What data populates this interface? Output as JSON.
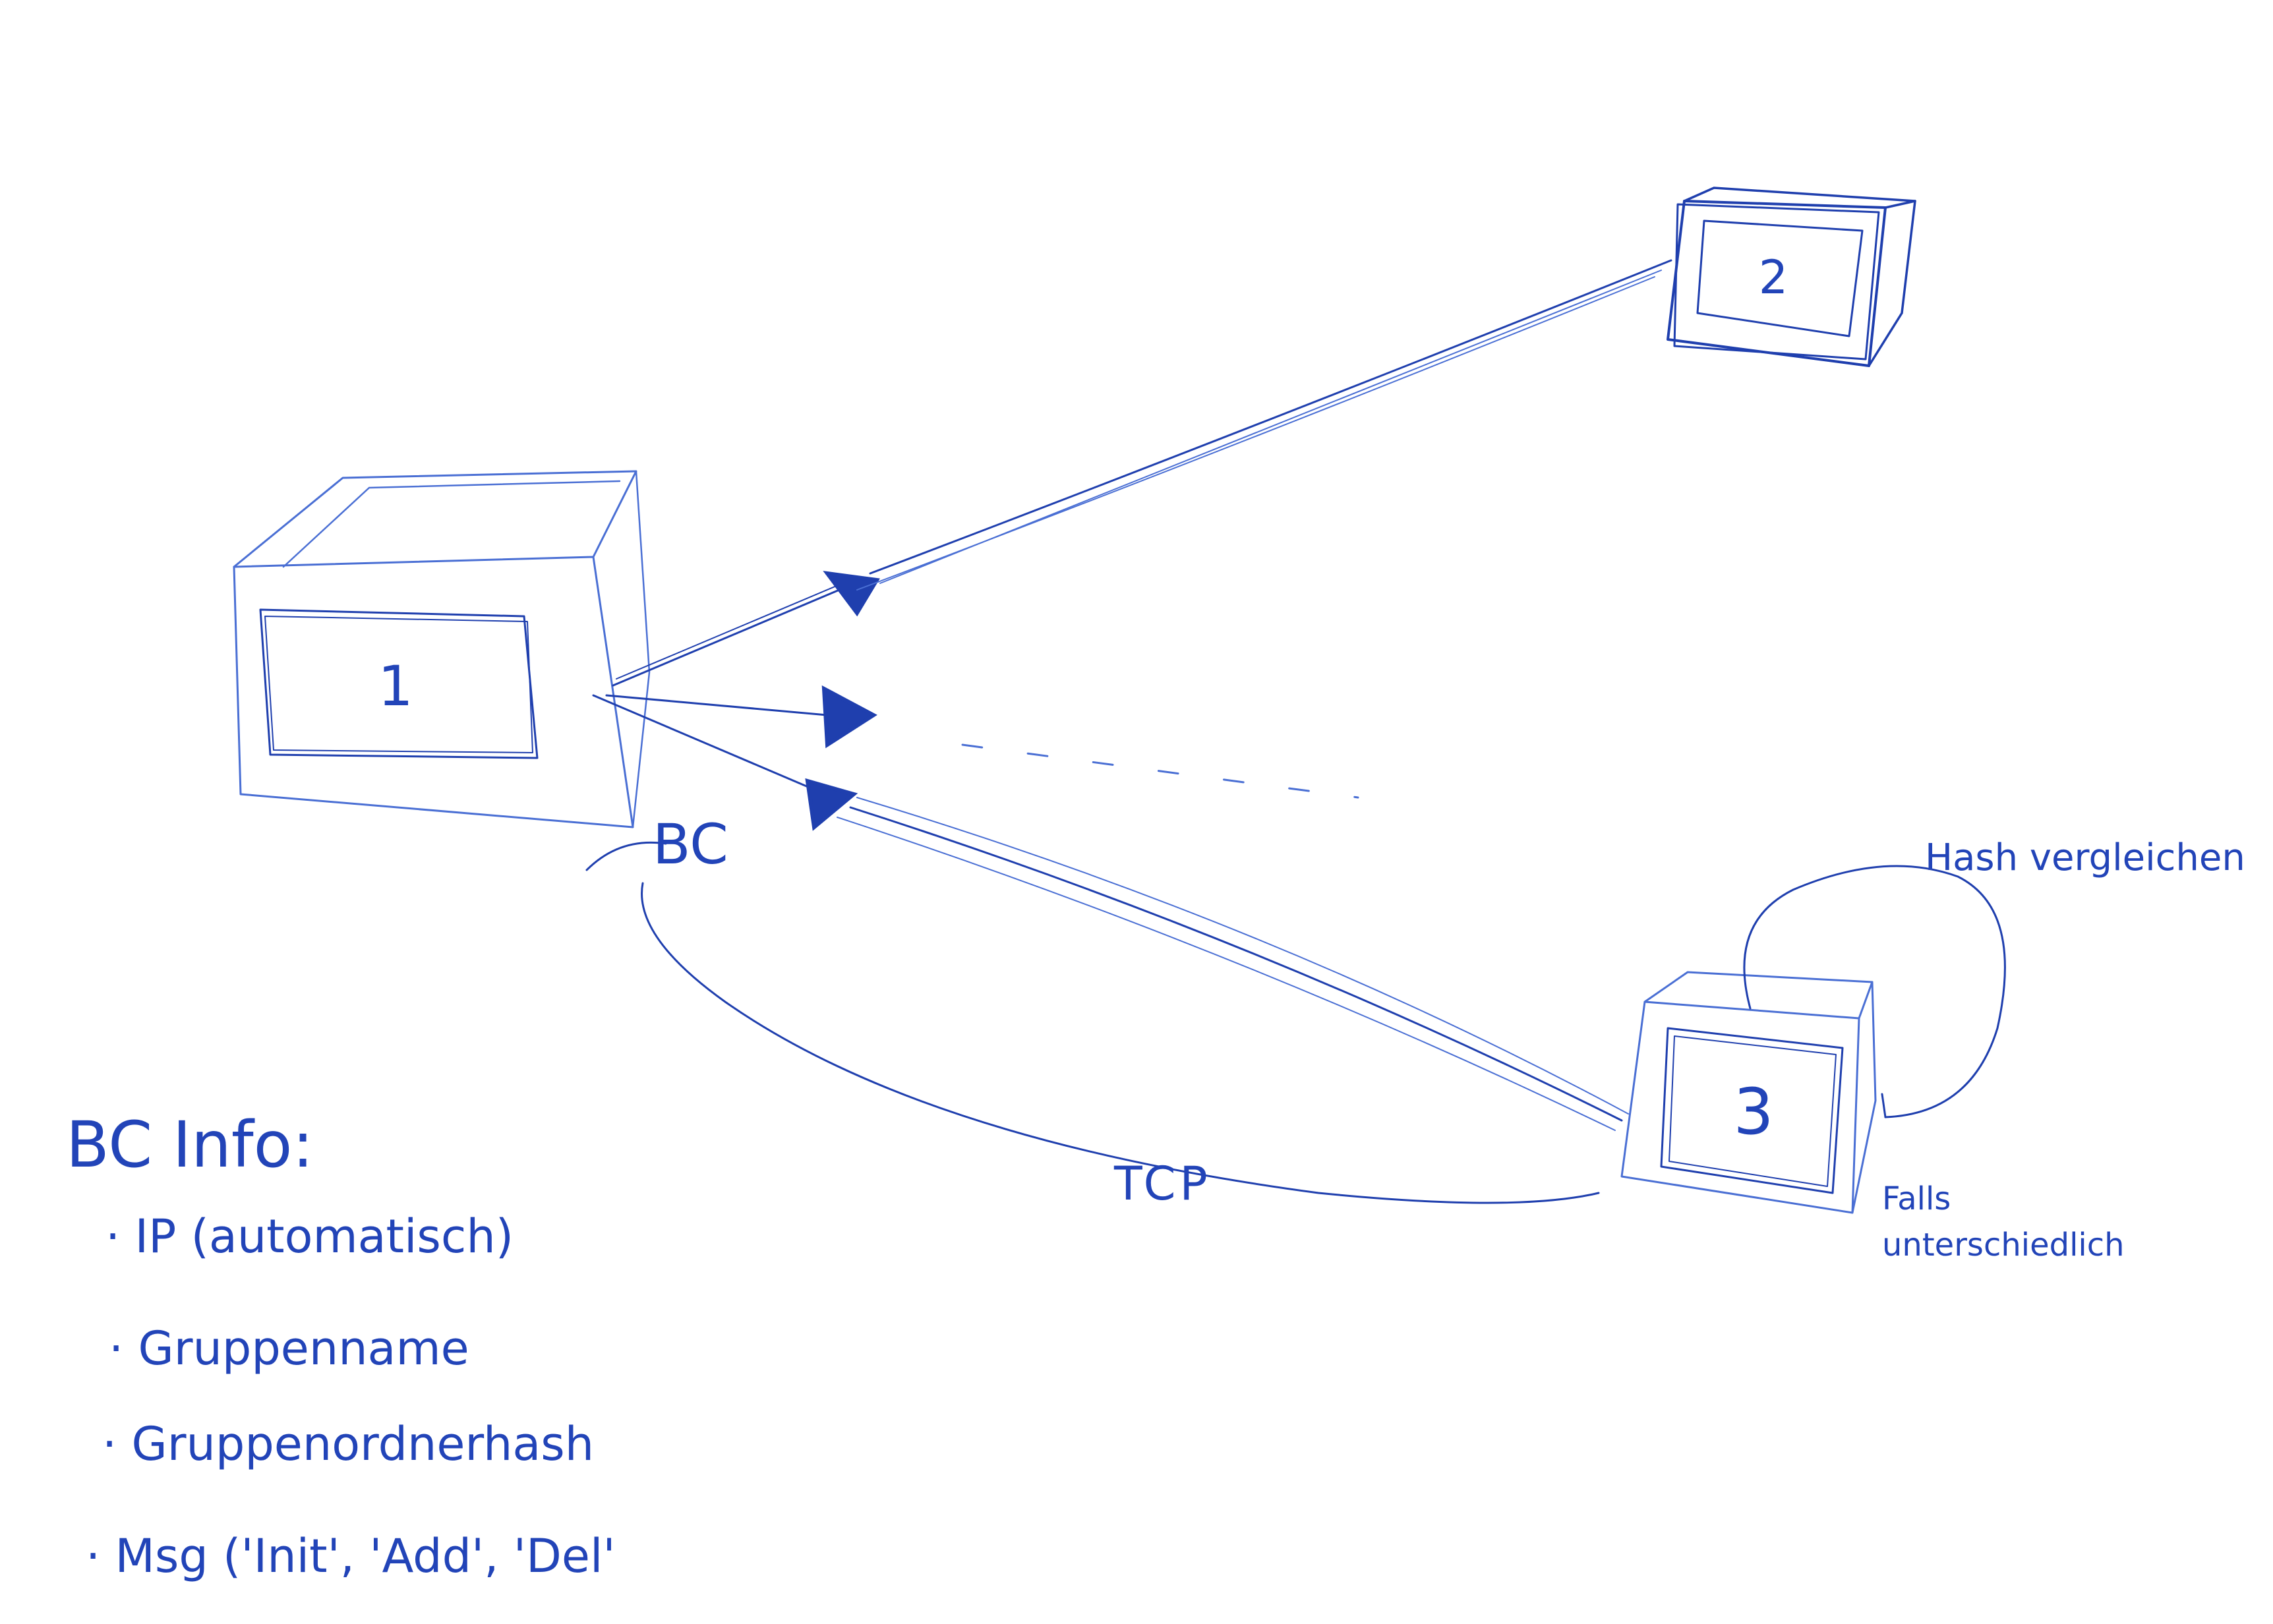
{
  "colors": {
    "ink": "#1f3fae",
    "ink_light": "#4a6fd4",
    "paper": "#ffffff"
  },
  "nodes": {
    "n1": {
      "label": "1"
    },
    "n2": {
      "label": "2"
    },
    "n3": {
      "label": "3"
    }
  },
  "edges": {
    "bc_label": "BC",
    "tcp_label": "TCP"
  },
  "annotations": {
    "hash_compare": "Hash vergleichen",
    "if_different_line1": "Falls",
    "if_different_line2": "unterschiedlich"
  },
  "bc_info": {
    "title": "BC Info:",
    "items": [
      "· IP (automatisch)",
      "· Gruppenname",
      "· Gruppenordnerhash",
      "· Msg ('Init', 'Add', 'Del'"
    ]
  }
}
